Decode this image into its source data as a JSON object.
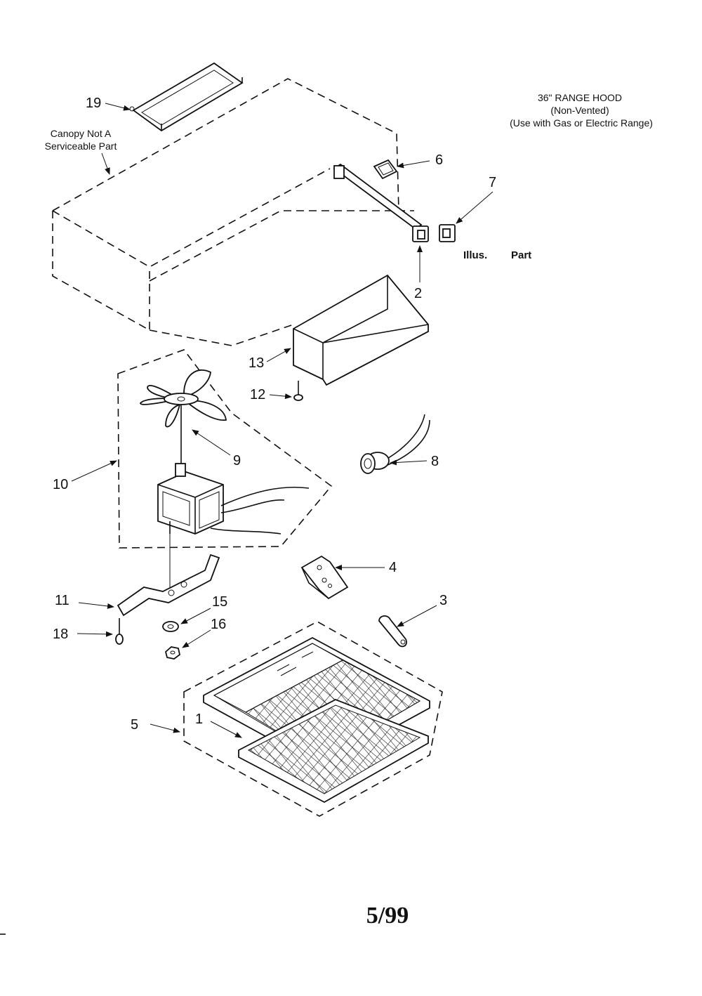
{
  "header": {
    "title": "36\" RANGE HOOD",
    "subtitle": "(Non-Vented)",
    "usage": "(Use with Gas or Electric Range)"
  },
  "canopy_note": {
    "line1": "Canopy Not A",
    "line2": "Serviceable Part"
  },
  "parts_columns": {
    "illus": "Illus.",
    "part": "Part"
  },
  "callouts": {
    "c1": "1",
    "c2": "2",
    "c3": "3",
    "c4": "4",
    "c5": "5",
    "c6": "6",
    "c7": "7",
    "c8": "8",
    "c9": "9",
    "c10": "10",
    "c11": "11",
    "c12": "12",
    "c13": "13",
    "c15": "15",
    "c16": "16",
    "c18": "18",
    "c19": "19"
  },
  "footer": {
    "code": "5/99"
  }
}
